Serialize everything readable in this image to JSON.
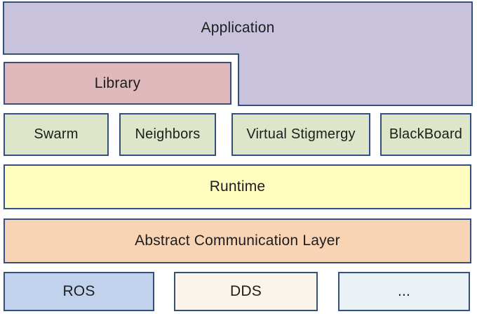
{
  "diagram": {
    "name": "swarm-software-stack",
    "border_color": "#33507e",
    "text_color": "#1d1d1d",
    "background": "#ffffff",
    "layers": {
      "application": {
        "label": "Application",
        "fill": "#c9c2dc"
      },
      "library": {
        "label": "Library",
        "fill": "#e0b9bd"
      },
      "services": [
        {
          "label": "Swarm",
          "fill": "#dde6c9"
        },
        {
          "label": "Neighbors",
          "fill": "#dde6c9"
        },
        {
          "label": "Virtual Stigmergy",
          "fill": "#dde6c9"
        },
        {
          "label": "BlackBoard",
          "fill": "#dde6c9"
        }
      ],
      "runtime": {
        "label": "Runtime",
        "fill": "#fffdbf"
      },
      "abstract_communication_layer": {
        "label": "Abstract Communication Layer",
        "fill": "#f8d4b4"
      },
      "backends": [
        {
          "label": "ROS",
          "fill": "#c1d3ec"
        },
        {
          "label": "DDS",
          "fill": "#fbf4ea"
        },
        {
          "label": "...",
          "fill": "#eaf1f6"
        }
      ]
    }
  }
}
